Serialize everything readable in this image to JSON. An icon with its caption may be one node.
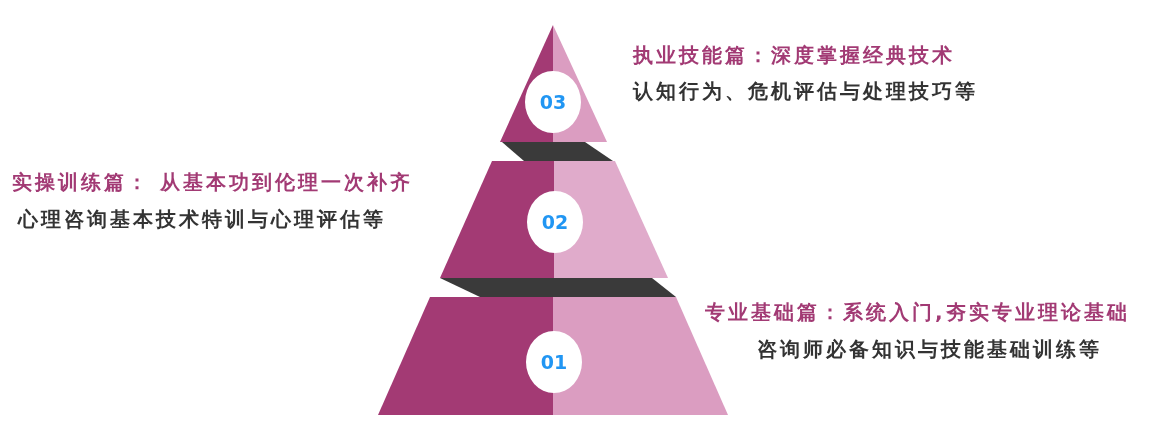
{
  "diagram": {
    "nodes": [
      {
        "text": [
          "03"
        ],
        "beside": [
          "执业技能篇：深度掌握经典技术",
          "认知行为、危机评估与处理技巧等"
        ]
      },
      {
        "text": [],
        "shape": "band"
      },
      {
        "text": [
          "02"
        ],
        "beside": [
          "实操训练篇： 从基本功到伦理一次补齐",
          "心理咨询基本技术特训与心理评估等"
        ]
      },
      {
        "text": [],
        "shape": "band"
      },
      {
        "text": [
          "01"
        ],
        "beside": [
          "专业基础篇：系统入门,夯实专业理论基础",
          "咨询师必备知识与技能基础训练等"
        ]
      }
    ],
    "edges": []
  }
}
